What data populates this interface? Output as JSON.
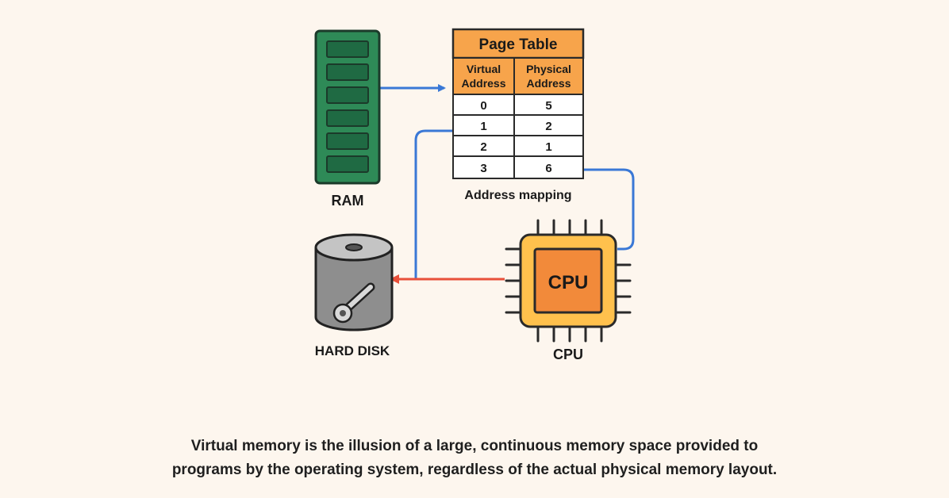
{
  "ram": {
    "label": "RAM",
    "colors": {
      "body": "#2e8a57",
      "cell": "#1f6a43",
      "outline": "#1b3a2a"
    }
  },
  "page_table": {
    "title": "Page Table",
    "col_virtual": [
      "Virtual",
      "Address"
    ],
    "col_physical": [
      "Physical",
      "Address"
    ],
    "rows": [
      {
        "virtual": "0",
        "physical": "5"
      },
      {
        "virtual": "1",
        "physical": "2"
      },
      {
        "virtual": "2",
        "physical": "1"
      },
      {
        "virtual": "3",
        "physical": "6"
      }
    ],
    "caption": "Address mapping",
    "colors": {
      "header": "#f7a44b",
      "outline": "#2a2a2a"
    }
  },
  "hard_disk": {
    "label": "HARD DISK",
    "colors": {
      "body": "#8e8e8e",
      "top": "#c4c4c4",
      "outline": "#222222"
    }
  },
  "cpu": {
    "chip_text": "CPU",
    "label": "CPU",
    "colors": {
      "outer": "#ffc14d",
      "inner": "#f28a3a",
      "outline": "#2a2a2a"
    }
  },
  "arrows": {
    "blue": "#3a78d6",
    "red": "#e8503a"
  },
  "caption": {
    "line1": "Virtual memory is the illusion of a large, continuous memory space provided to",
    "line2": "programs by the operating system, regardless of the actual physical memory layout."
  }
}
